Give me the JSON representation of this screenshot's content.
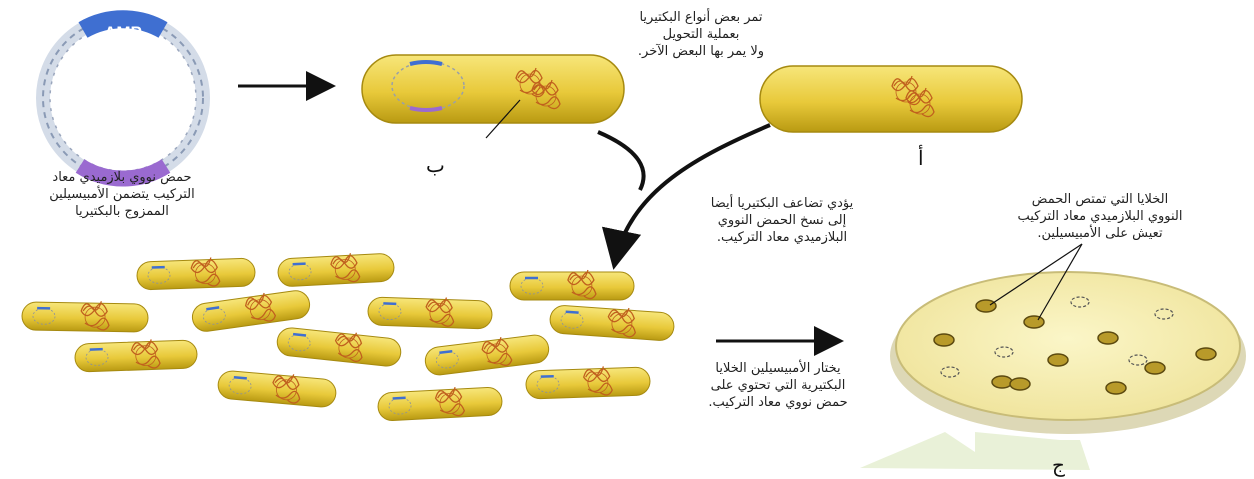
{
  "plasmid": {
    "gene_label": "AMP",
    "caption": "حمض نووي بلازميدي معاد\nالتركيب يتضمن الأمبيسيلين\nالممزوج بالبكتيريا"
  },
  "transformation_note": "تمر بعض أنواع البكتيريا\nبعملية التحويل\nولا يمر بها البعض الآخر.",
  "replication_note": "يؤدي تضاعف البكتيريا أيضا\nإلى نسخ الحمض النووي\nالبلازميدي معاد التركيب.",
  "selection_note": "يختار الأمبيسيلين الخلايا\nالبكتيرية التي تحتوي على\nحمض نووي معاد التركيب.",
  "surviving_note": "الخلايا التي تمتص الحمض\nالنووي البلازميدي معاد التركيب\nتعيش على الأمبيسيلين.",
  "labels": {
    "a": "أ",
    "b": "ب",
    "c": "ج"
  },
  "colors": {
    "bacteria_fill": "#e8c93a",
    "bacteria_edge": "#b99a12",
    "plasmid_blue": "#3f6fd1",
    "plasmid_purple": "#9a6ad0",
    "dna_coil": "#c0601e",
    "plate_fill": "#f6efb0"
  }
}
